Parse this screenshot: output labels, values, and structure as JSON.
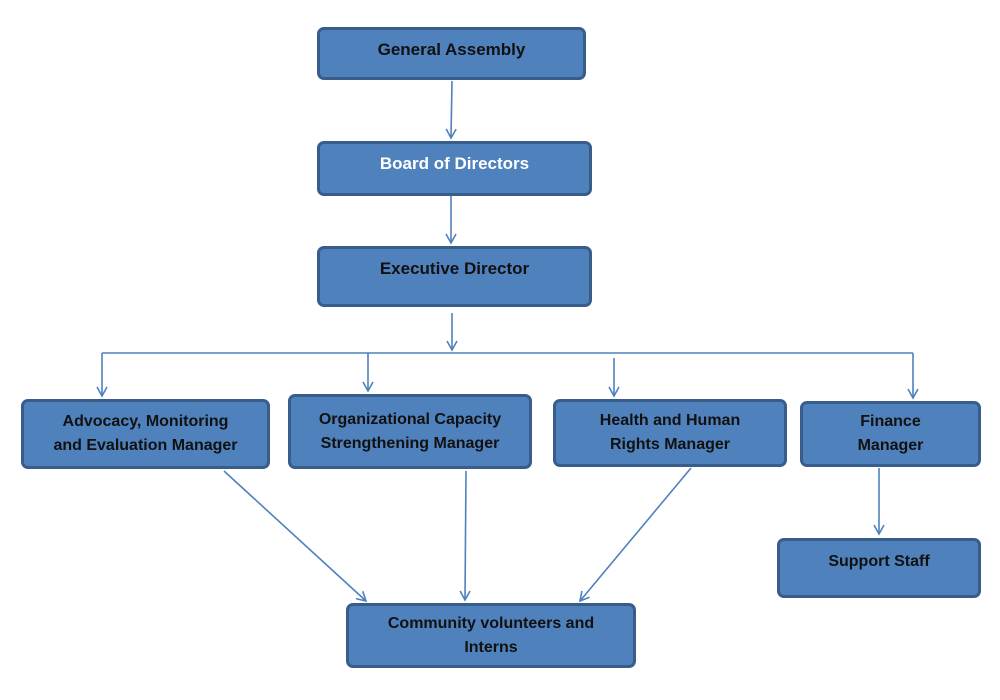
{
  "org_chart": {
    "general_assembly": "General Assembly",
    "board_of_directors": "Board of Directors",
    "executive_director": "Executive Director",
    "advocacy_manager": {
      "line1": "Advocacy, Monitoring",
      "line2": "and Evaluation Manager"
    },
    "org_capacity_manager": {
      "line1": "Organizational Capacity",
      "line2": "Strengthening Manager"
    },
    "health_rights_manager": {
      "line1": "Health and Human",
      "line2": "Rights Manager"
    },
    "finance_manager": {
      "line1": "Finance",
      "line2": "Manager"
    },
    "support_staff": "Support Staff",
    "community_volunteers": {
      "line1": "Community volunteers and",
      "line2": "Interns"
    }
  },
  "colors": {
    "box_fill": "#4f81bd",
    "box_border": "#385d8a",
    "connector": "#4f81bd",
    "dark_text": "#111111",
    "light_text": "#ffffff"
  }
}
